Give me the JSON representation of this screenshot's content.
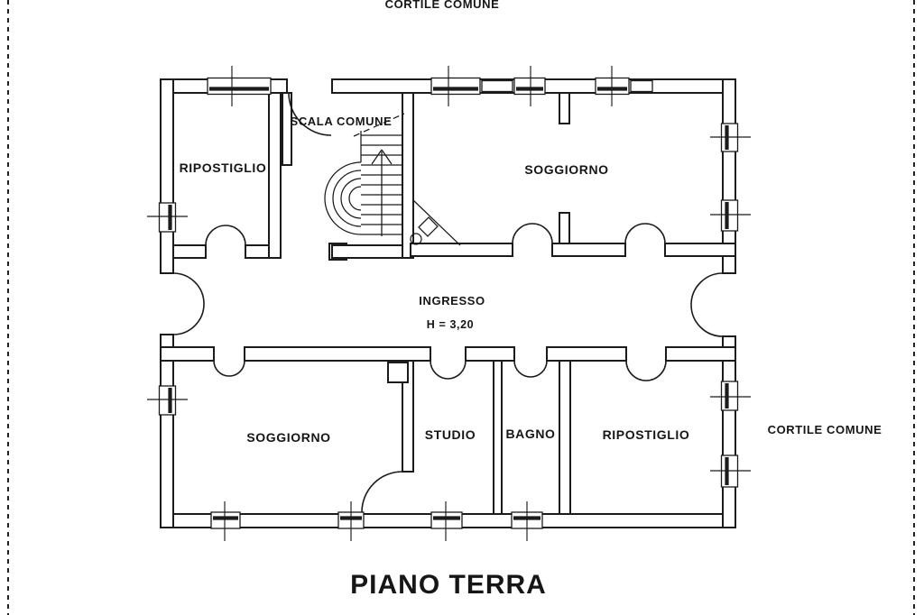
{
  "page": {
    "labels": {
      "cortile_top": "CORTILE COMUNE",
      "cortile_right": "CORTILE COMUNE",
      "scala": "SCALA COMUNE",
      "ripostiglio_top": "RIPOSTIGLIO",
      "soggiorno_top": "SOGGIORNO",
      "ingresso": "INGRESSO",
      "ingresso_height": "H = 3,20",
      "soggiorno_bottom": "SOGGIORNO",
      "studio": "STUDIO",
      "bagno": "BAGNO",
      "ripostiglio_bottom": "RIPOSTIGLIO",
      "floor_title": "PIANO TERRA"
    },
    "colors": {
      "ink": "#1b1b1b",
      "paper": "#ffffff"
    }
  }
}
